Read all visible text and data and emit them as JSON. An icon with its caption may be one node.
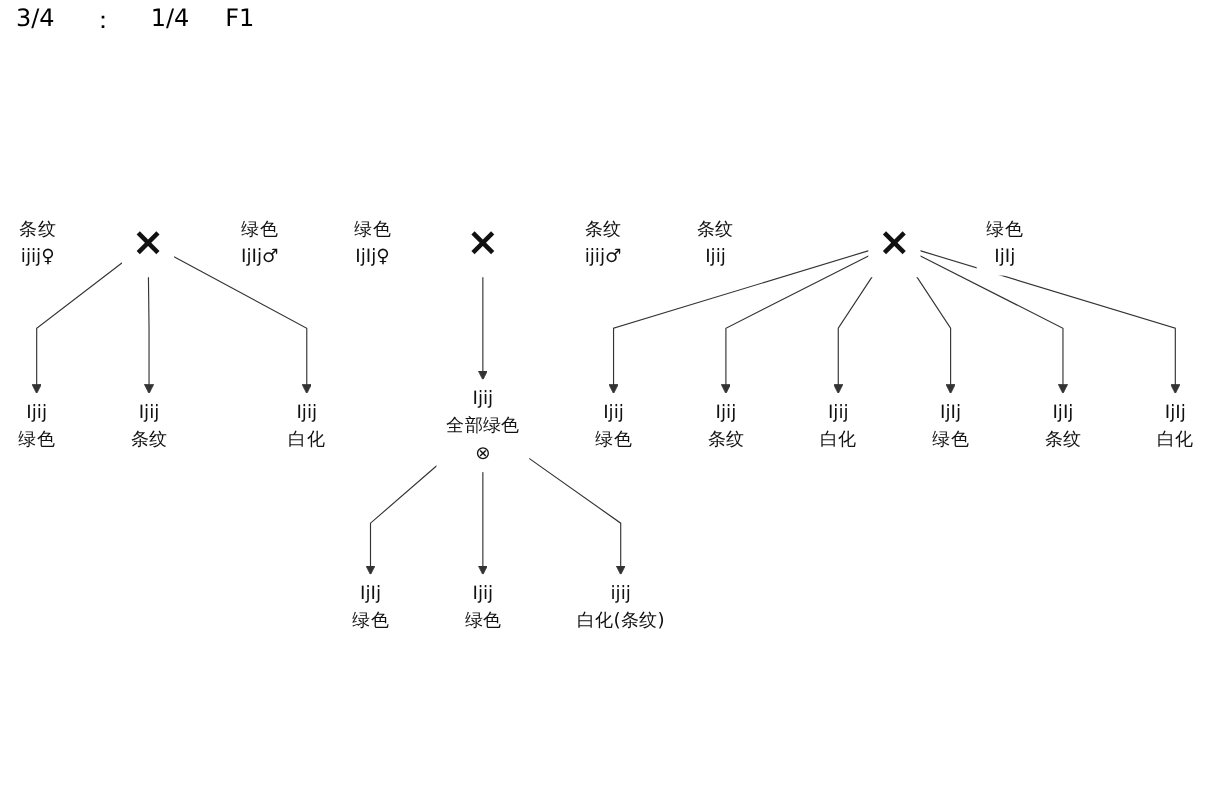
{
  "diagram": {
    "nodes": [
      {
        "text": [
          "条纹",
          "ijij♀"
        ]
      },
      {
        "text": [
          "×"
        ]
      },
      {
        "text": [
          "绿色",
          "IjIj♂"
        ]
      },
      {
        "text": [
          "Ijij",
          "绿色"
        ]
      },
      {
        "text": [
          "Ijij",
          "条纹"
        ]
      },
      {
        "text": [
          "Ijij",
          "白化"
        ]
      },
      {
        "text": [
          "绿色",
          "IjIj♀"
        ]
      },
      {
        "text": [
          "×"
        ]
      },
      {
        "text": [
          "条纹",
          "ijij♂"
        ]
      },
      {
        "text": [
          "Ijij",
          "全部绿色",
          "⊗"
        ]
      },
      {
        "text": [
          "IjIj",
          "绿色"
        ]
      },
      {
        "text": [
          "Ijij",
          "绿色"
        ]
      },
      {
        "text": [
          "ijij",
          "白化(条纹)"
        ]
      },
      {
        "text": [
          "条纹",
          "Ijij"
        ]
      },
      {
        "text": [
          "×"
        ]
      },
      {
        "text": [
          "绿色",
          "IjIj"
        ]
      },
      {
        "text": [
          "Ijij",
          "绿色"
        ]
      },
      {
        "text": [
          "Ijij",
          "条纹"
        ]
      },
      {
        "text": [
          "Ijij",
          "白化"
        ]
      },
      {
        "text": [
          "IjIj",
          "绿色"
        ]
      },
      {
        "text": [
          "IjIj",
          "条纹"
        ]
      },
      {
        "text": [
          "IjIj",
          "白化"
        ]
      }
    ],
    "edges": [
      {
        "from": 1,
        "to": 3,
        "arrow": "to"
      },
      {
        "from": 1,
        "to": 4,
        "arrow": "to"
      },
      {
        "from": 1,
        "to": 5,
        "arrow": "to"
      },
      {
        "from": 7,
        "to": 9,
        "arrow": "to"
      },
      {
        "from": 9,
        "to": 10,
        "arrow": "to"
      },
      {
        "from": 9,
        "to": 11,
        "arrow": "to"
      },
      {
        "from": 9,
        "to": 12,
        "arrow": "to"
      },
      {
        "from": 14,
        "to": 16,
        "arrow": "to"
      },
      {
        "from": 14,
        "to": 17,
        "arrow": "to"
      },
      {
        "from": 14,
        "to": 18,
        "arrow": "to"
      },
      {
        "from": 14,
        "to": 19,
        "arrow": "to"
      },
      {
        "from": 14,
        "to": 20,
        "arrow": "to"
      },
      {
        "from": 14,
        "to": 21,
        "arrow": "to"
      }
    ],
    "labels": [
      "3/4",
      "：",
      "1/4",
      "F1"
    ]
  }
}
